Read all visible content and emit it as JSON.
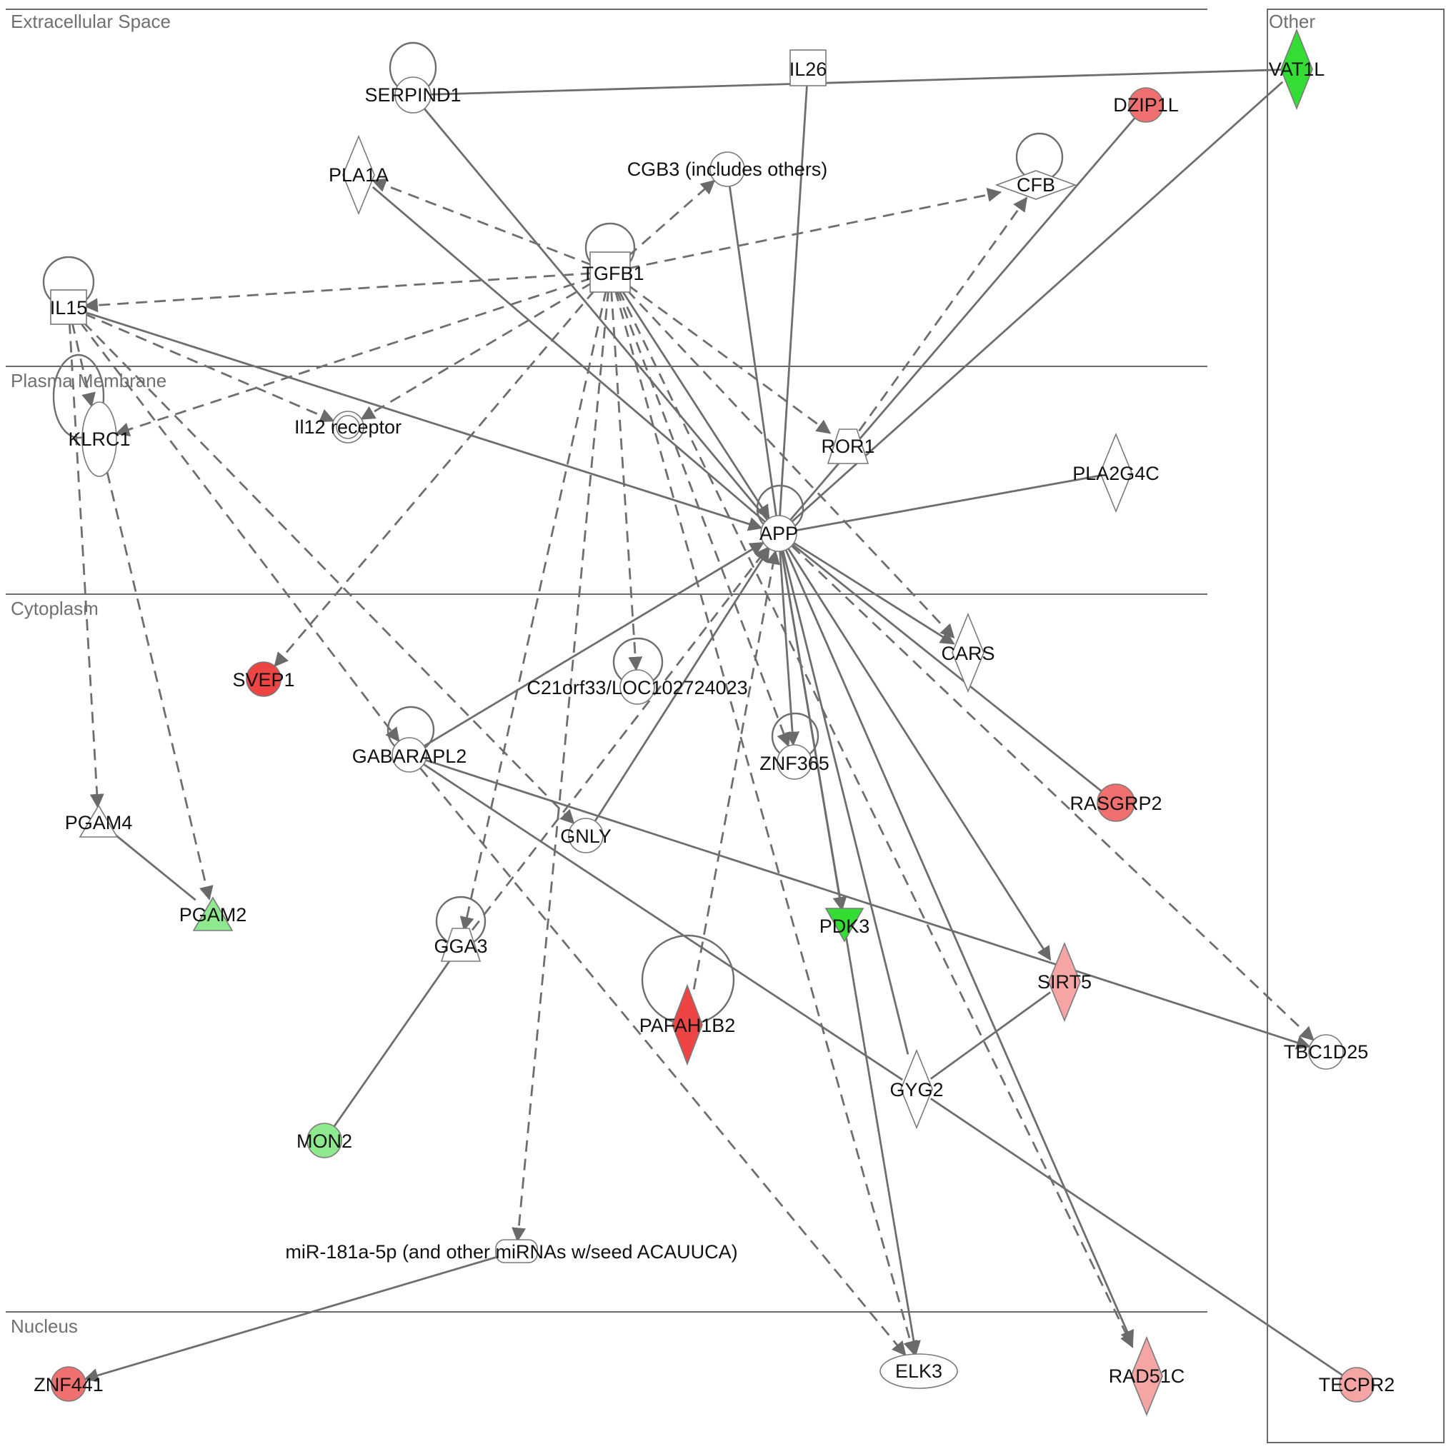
{
  "regions": {
    "extracellular": "Extracellular Space",
    "plasma_membrane": "Plasma Membrane",
    "cytoplasm": "Cytoplasm",
    "nucleus": "Nucleus",
    "other": "Other"
  },
  "colors": {
    "strong_red": "#ee4444",
    "red": "#f07070",
    "light_red": "#f6a5a5",
    "green": "#33dd33",
    "light_green": "#8ee88e",
    "white": "#ffffff"
  },
  "nodes": {
    "IL26": {
      "label": "IL26",
      "shape": "square",
      "color": "white"
    },
    "VAT1L": {
      "label": "VAT1L",
      "shape": "diamond",
      "color": "green"
    },
    "SERPIND1": {
      "label": "SERPIND1",
      "shape": "circle",
      "color": "white"
    },
    "DZIP1L": {
      "label": "DZIP1L",
      "shape": "circle",
      "color": "red"
    },
    "PLA1A": {
      "label": "PLA1A",
      "shape": "diamond",
      "color": "white"
    },
    "CGB3": {
      "label": "CGB3 (includes others)",
      "shape": "circle",
      "color": "white"
    },
    "CFB": {
      "label": "CFB",
      "shape": "diamond",
      "color": "white"
    },
    "TGFB1": {
      "label": "TGFB1",
      "shape": "square",
      "color": "white"
    },
    "IL15": {
      "label": "IL15",
      "shape": "square",
      "color": "white"
    },
    "KLRC1": {
      "label": "KLRC1",
      "shape": "ellipse",
      "color": "white"
    },
    "IL12R": {
      "label": "Il12 receptor",
      "shape": "double-circle",
      "color": "white"
    },
    "ROR1": {
      "label": "ROR1",
      "shape": "trapezoid",
      "color": "white"
    },
    "PLA2G4C": {
      "label": "PLA2G4C",
      "shape": "diamond",
      "color": "white"
    },
    "APP": {
      "label": "APP",
      "shape": "circle",
      "color": "white"
    },
    "SVEP1": {
      "label": "SVEP1",
      "shape": "circle",
      "color": "strong_red"
    },
    "C21orf33": {
      "label": "C21orf33/LOC102724023",
      "shape": "circle",
      "color": "white"
    },
    "CARS": {
      "label": "CARS",
      "shape": "diamond",
      "color": "white"
    },
    "GABARAPL2": {
      "label": "GABARAPL2",
      "shape": "circle",
      "color": "white"
    },
    "ZNF365": {
      "label": "ZNF365",
      "shape": "circle",
      "color": "white"
    },
    "RASGRP2": {
      "label": "RASGRP2",
      "shape": "circle",
      "color": "red"
    },
    "PGAM4": {
      "label": "PGAM4",
      "shape": "triangle",
      "color": "white"
    },
    "GNLY": {
      "label": "GNLY",
      "shape": "circle",
      "color": "white"
    },
    "PGAM2": {
      "label": "PGAM2",
      "shape": "triangle",
      "color": "light_green"
    },
    "PDK3": {
      "label": "PDK3",
      "shape": "inv-triangle",
      "color": "green"
    },
    "GGA3": {
      "label": "GGA3",
      "shape": "trapezoid",
      "color": "white"
    },
    "SIRT5": {
      "label": "SIRT5",
      "shape": "diamond",
      "color": "light_red"
    },
    "PAFAH1B2": {
      "label": "PAFAH1B2",
      "shape": "diamond",
      "color": "strong_red"
    },
    "TBC1D25": {
      "label": "TBC1D25",
      "shape": "circle",
      "color": "white"
    },
    "GYG2": {
      "label": "GYG2",
      "shape": "diamond",
      "color": "white"
    },
    "MON2": {
      "label": "MON2",
      "shape": "circle",
      "color": "light_green"
    },
    "MIR181A": {
      "label": "miR-181a-5p (and other miRNAs w/seed ACAUUCA)",
      "shape": "rounded-rect",
      "color": "white"
    },
    "ZNF441": {
      "label": "ZNF441",
      "shape": "circle",
      "color": "red"
    },
    "ELK3": {
      "label": "ELK3",
      "shape": "ellipse",
      "color": "white"
    },
    "RAD51C": {
      "label": "RAD51C",
      "shape": "diamond",
      "color": "light_red"
    },
    "TECPR2": {
      "label": "TECPR2",
      "shape": "circle",
      "color": "light_red"
    }
  },
  "edges": [
    {
      "from": "SERPIND1",
      "to": "VAT1L",
      "style": "solid",
      "arrow": false
    },
    {
      "from": "IL26",
      "to": "APP",
      "style": "solid",
      "arrow": false
    },
    {
      "from": "SERPIND1",
      "to": "APP",
      "style": "solid",
      "arrow": false
    },
    {
      "from": "DZIP1L",
      "to": "APP",
      "style": "solid",
      "arrow": false
    },
    {
      "from": "VAT1L",
      "to": "APP",
      "style": "solid",
      "arrow": false
    },
    {
      "from": "PLA1A",
      "to": "APP",
      "style": "solid",
      "arrow": false
    },
    {
      "from": "CGB3",
      "to": "APP",
      "style": "solid",
      "arrow": false
    },
    {
      "from": "TGFB1",
      "to": "PLA1A",
      "style": "dashed",
      "arrow": true
    },
    {
      "from": "TGFB1",
      "to": "CGB3",
      "style": "dashed",
      "arrow": true
    },
    {
      "from": "TGFB1",
      "to": "CFB",
      "style": "dashed",
      "arrow": true
    },
    {
      "from": "TGFB1",
      "to": "IL15",
      "style": "dashed",
      "arrow": true
    },
    {
      "from": "TGFB1",
      "to": "KLRC1",
      "style": "dashed",
      "arrow": true
    },
    {
      "from": "TGFB1",
      "to": "IL12R",
      "style": "dashed",
      "arrow": true
    },
    {
      "from": "TGFB1",
      "to": "ROR1",
      "style": "dashed",
      "arrow": true
    },
    {
      "from": "TGFB1",
      "to": "CARS",
      "style": "dashed",
      "arrow": true
    },
    {
      "from": "TGFB1",
      "to": "SVEP1",
      "style": "dashed",
      "arrow": true
    },
    {
      "from": "TGFB1",
      "to": "C21orf33",
      "style": "dashed",
      "arrow": true
    },
    {
      "from": "TGFB1",
      "to": "ZNF365",
      "style": "dashed",
      "arrow": true
    },
    {
      "from": "TGFB1",
      "to": "GGA3",
      "style": "dashed",
      "arrow": true
    },
    {
      "from": "TGFB1",
      "to": "MIR181A",
      "style": "dashed",
      "arrow": true
    },
    {
      "from": "TGFB1",
      "to": "ELK3",
      "style": "dashed",
      "arrow": true
    },
    {
      "from": "TGFB1",
      "to": "RAD51C",
      "style": "dashed",
      "arrow": true
    },
    {
      "from": "TGFB1",
      "to": "APP",
      "style": "solid",
      "arrow": true
    },
    {
      "from": "ROR1",
      "to": "CFB",
      "style": "dashed",
      "arrow": true
    },
    {
      "from": "IL15",
      "to": "APP",
      "style": "solid",
      "arrow": true
    },
    {
      "from": "IL15",
      "to": "IL12R",
      "style": "dashed",
      "arrow": true
    },
    {
      "from": "IL15",
      "to": "KLRC1",
      "style": "dashed",
      "arrow": true
    },
    {
      "from": "IL15",
      "to": "PGAM4",
      "style": "dashed",
      "arrow": true
    },
    {
      "from": "IL15",
      "to": "GABARAPL2",
      "style": "dashed",
      "arrow": true
    },
    {
      "from": "IL15",
      "to": "GNLY",
      "style": "dashed",
      "arrow": true
    },
    {
      "from": "KLRC1",
      "to": "PGAM2",
      "style": "dashed",
      "arrow": true
    },
    {
      "from": "PGAM4",
      "to": "PGAM2",
      "style": "solid",
      "arrow": false
    },
    {
      "from": "PLA2G4C",
      "to": "APP",
      "style": "solid",
      "arrow": false
    },
    {
      "from": "APP",
      "to": "CARS",
      "style": "solid",
      "arrow": true
    },
    {
      "from": "APP",
      "to": "ZNF365",
      "style": "solid",
      "arrow": true
    },
    {
      "from": "APP",
      "to": "PDK3",
      "style": "solid",
      "arrow": true
    },
    {
      "from": "APP",
      "to": "ELK3",
      "style": "solid",
      "arrow": true
    },
    {
      "from": "APP",
      "to": "SIRT5",
      "style": "solid",
      "arrow": true
    },
    {
      "from": "APP",
      "to": "GYG2",
      "style": "solid",
      "arrow": false
    },
    {
      "from": "APP",
      "to": "RAD51C",
      "style": "solid",
      "arrow": true
    },
    {
      "from": "APP",
      "to": "RASGRP2",
      "style": "solid",
      "arrow": false
    },
    {
      "from": "APP",
      "to": "TBC1D25",
      "style": "dashed",
      "arrow": true
    },
    {
      "from": "GABARAPL2",
      "to": "APP",
      "style": "solid",
      "arrow": true
    },
    {
      "from": "GNLY",
      "to": "APP",
      "style": "solid",
      "arrow": true
    },
    {
      "from": "GGA3",
      "to": "APP",
      "style": "dashed",
      "arrow": true
    },
    {
      "from": "PAFAH1B2",
      "to": "APP",
      "style": "dashed",
      "arrow": true
    },
    {
      "from": "GABARAPL2",
      "to": "TBC1D25",
      "style": "solid",
      "arrow": true
    },
    {
      "from": "GABARAPL2",
      "to": "GYG2",
      "style": "solid",
      "arrow": false
    },
    {
      "from": "GABARAPL2",
      "to": "ELK3",
      "style": "dashed",
      "arrow": true
    },
    {
      "from": "GYG2",
      "to": "SIRT5",
      "style": "solid",
      "arrow": false
    },
    {
      "from": "GYG2",
      "to": "TECPR2",
      "style": "solid",
      "arrow": false
    },
    {
      "from": "MON2",
      "to": "GGA3",
      "style": "solid",
      "arrow": false
    },
    {
      "from": "MIR181A",
      "to": "ZNF441",
      "style": "solid",
      "arrow": true
    }
  ],
  "self_loops": [
    "SERPIND1",
    "CFB",
    "TGFB1",
    "IL15",
    "APP",
    "C21orf33",
    "GABARAPL2",
    "ZNF365",
    "GGA3",
    "PAFAH1B2",
    "KLRC1"
  ]
}
